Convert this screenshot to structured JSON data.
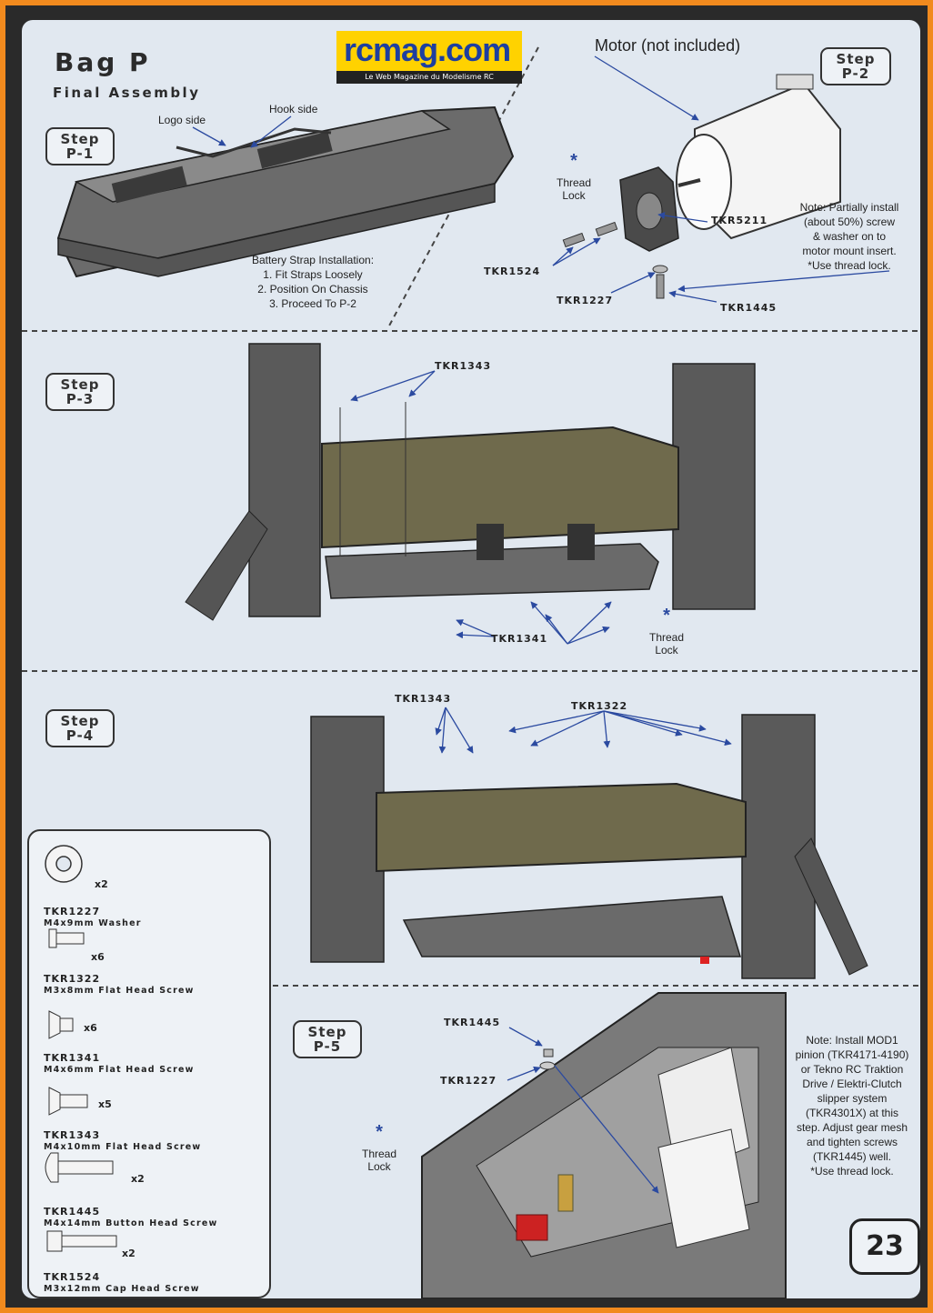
{
  "header": {
    "bag_title": "Bag P",
    "section_title": "Final Assembly",
    "logo_text": "rcmag.com",
    "logo_sub": "Le Web Magazine du Modelisme RC"
  },
  "steps": {
    "p1": "Step\nP-1",
    "p2": "Step\nP-2",
    "p3": "Step\nP-3",
    "p4": "Step\nP-4",
    "p5": "Step\nP-5"
  },
  "p1": {
    "logo_side": "Logo side",
    "hook_side": "Hook side",
    "instr_title": "Battery Strap Installation:",
    "instr_1": "1. Fit Straps Loosely",
    "instr_2": "2. Position On Chassis",
    "instr_3": "3. Proceed To P-2"
  },
  "p2": {
    "motor": "Motor (not included)",
    "tkr5211": "TKR5211",
    "tkr1524": "TKR1524",
    "tkr1227": "TKR1227",
    "tkr1445": "TKR1445",
    "note_1": "Note: Partially install",
    "note_2": "(about 50%) screw",
    "note_3": "& washer on to",
    "note_4": "motor mount insert.",
    "note_5": "*Use thread lock."
  },
  "thread_lock": {
    "star": "*",
    "line1": "Thread",
    "line2": "Lock"
  },
  "p3": {
    "tkr1343": "TKR1343",
    "tkr1341": "TKR1341"
  },
  "p4": {
    "tkr1343": "TKR1343",
    "tkr1322": "TKR1322"
  },
  "p5": {
    "tkr1445": "TKR1445",
    "tkr1227": "TKR1227",
    "note_1": "Note: Install MOD1",
    "note_2": "pinion (TKR4171-4190)",
    "note_3": "or Tekno RC Traktion",
    "note_4": "Drive / Elektri-Clutch",
    "note_5": "slipper system",
    "note_6": "(TKR4301X) at this",
    "note_7": "step. Adjust gear mesh",
    "note_8": "and tighten screws",
    "note_9": "(TKR1445) well.",
    "note_10": "*Use thread lock."
  },
  "legend": [
    {
      "code": "TKR1227",
      "desc": "M4x9mm Washer",
      "qty": "x2",
      "icon": "washer-icon"
    },
    {
      "code": "TKR1322",
      "desc": "M3x8mm Flat Head Screw",
      "qty": "x6",
      "icon": "flat-head-screw-icon"
    },
    {
      "code": "TKR1341",
      "desc": "M4x6mm Flat Head Screw",
      "qty": "x6",
      "icon": "flat-head-screw-icon"
    },
    {
      "code": "TKR1343",
      "desc": "M4x10mm Flat Head Screw",
      "qty": "x5",
      "icon": "flat-head-screw-icon"
    },
    {
      "code": "TKR1445",
      "desc": "M4x14mm Button Head Screw",
      "qty": "x2",
      "icon": "button-head-screw-icon"
    },
    {
      "code": "TKR1524",
      "desc": "M3x12mm Cap Head Screw",
      "qty": "x2",
      "icon": "cap-head-screw-icon"
    }
  ],
  "page_number": "23"
}
